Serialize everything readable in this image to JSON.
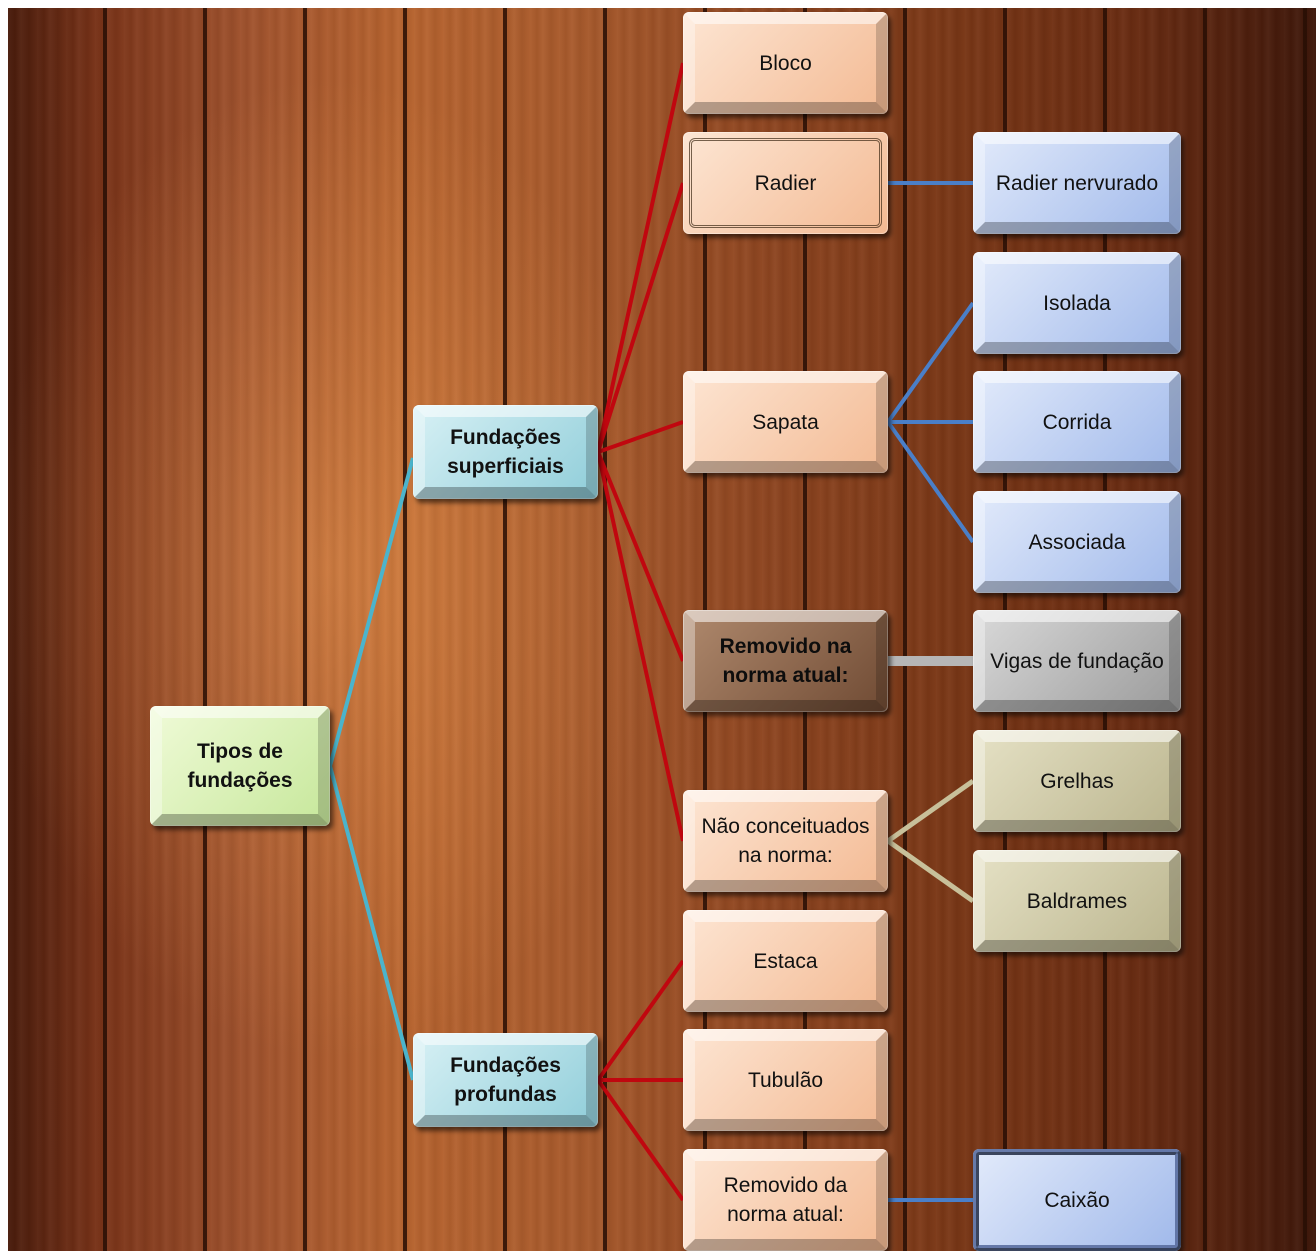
{
  "colors": {
    "link_root": "#4bb4cc",
    "link_red": "#c0070f",
    "link_blue": "#4a7fc8",
    "link_gray": "#b6b6b6",
    "link_olive": "#c8c09a"
  },
  "nodes": {
    "root": "Tipos de\nfundações",
    "superficiais": "Fundações\nsuperficiais",
    "profundas": "Fundações\nprofundas",
    "bloco": "Bloco",
    "radier": "Radier",
    "radier_nervurado": "Radier nervurado",
    "sapata": "Sapata",
    "isolada": "Isolada",
    "corrida": "Corrida",
    "associada": "Associada",
    "removido_na_norma": "Removido na\nnorma atual:",
    "vigas_de_fundacao": "Vigas de fundação",
    "nao_conceituados": "Não conceituados\nna norma:",
    "grelhas": "Grelhas",
    "baldrames": "Baldrames",
    "estaca": "Estaca",
    "tubulao": "Tubulão",
    "removido_da_norma": "Removido da\nnorma atual:",
    "caixao": "Caixão"
  }
}
